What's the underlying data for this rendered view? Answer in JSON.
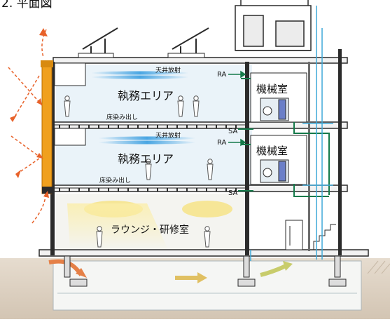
{
  "heading": "2. 平面図",
  "floors": [
    {
      "zone_label": "執務エリア",
      "ceiling_label": "天井放射",
      "floor_label": "床染み出し",
      "return_air": "RA",
      "supply_air": "SA",
      "machine_room": "機械室"
    },
    {
      "zone_label": "執務エリア",
      "ceiling_label": "天井放射",
      "floor_label": "床染み出し",
      "return_air": "RA",
      "supply_air": "SA",
      "machine_room": "機械室"
    }
  ],
  "lounge_label": "ラウンジ・研修室",
  "colors": {
    "structure": "#2b2b2b",
    "glass": "#e9f2f8",
    "ceiling_radiant": "#4aa6e3",
    "sun_arrow": "#e8622a",
    "facade_louver": "#f0a01e",
    "supply_duct": "#157a4a",
    "return_duct": "#3fa9d8",
    "light_glow": "#f7e27a",
    "earth": "#d9cdbf"
  }
}
